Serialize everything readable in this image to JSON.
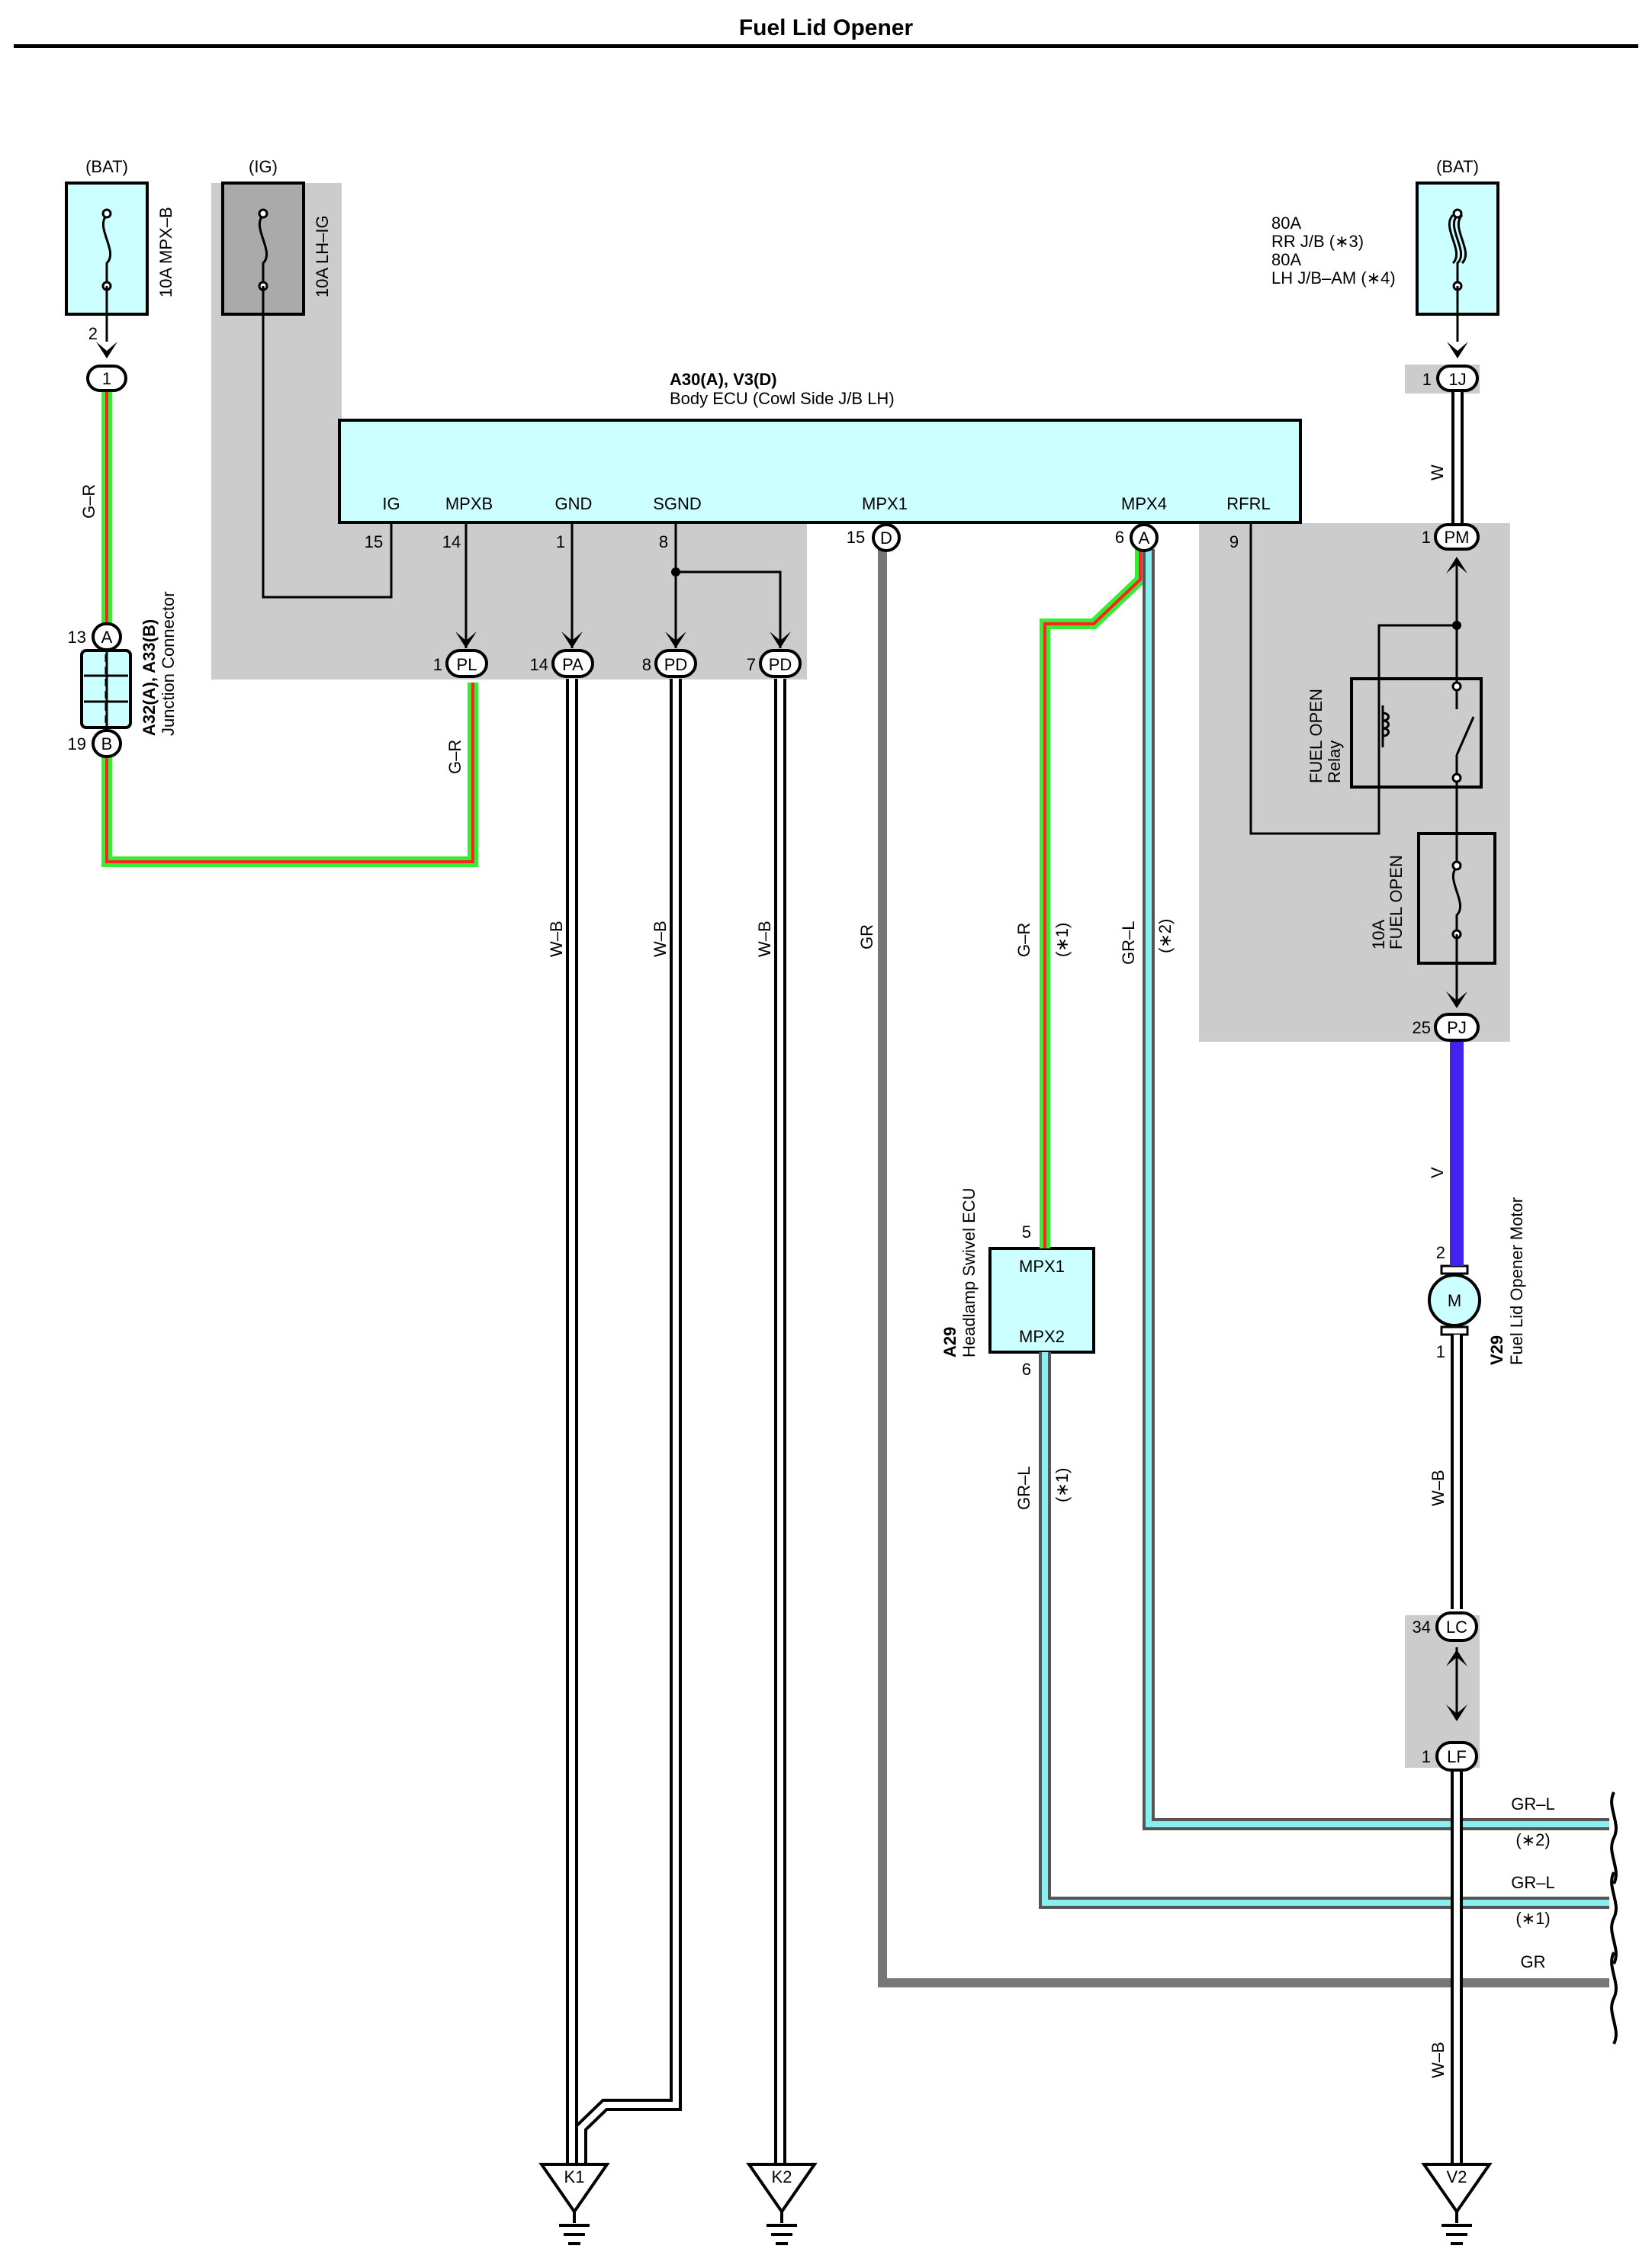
{
  "title": "Fuel Lid Opener",
  "supplies": {
    "bat_left": "(BAT)",
    "ig": "(IG)",
    "bat_right": "(BAT)"
  },
  "fuses": {
    "mpx_b": "10A MPX–B",
    "lh_ig": "10A LH–IG",
    "rr_jb_amp": "80A",
    "rr_jb": "RR J/B (∗3)",
    "lh_jb_amp": "80A",
    "lh_jb_am": "LH J/B–AM (∗4)",
    "fuel_open_amp": "10A",
    "fuel_open": "FUEL OPEN"
  },
  "body_ecu": {
    "ref": "A30(A), V3(D)",
    "name": "Body ECU (Cowl Side J/B LH)",
    "pins": {
      "ig": "IG",
      "mpxb": "MPXB",
      "gnd": "GND",
      "sgnd": "SGND",
      "mpx1": "MPX1",
      "mpx4": "MPX4",
      "rfrl": "RFRL"
    },
    "pin_numbers": {
      "ig": "15",
      "mpxb": "14",
      "gnd": "1",
      "sgnd": "8",
      "mpx1": "15",
      "mpx4": "6",
      "rfrl": "9"
    },
    "pin_connectors": {
      "mpx1": "D",
      "mpx4": "A"
    }
  },
  "junction_connector": {
    "ref": "A32(A), A33(B)",
    "name": "Junction Connector",
    "pin_a_num": "13",
    "pin_a": "A",
    "pin_b_num": "19",
    "pin_b": "B"
  },
  "connectors": {
    "c1_num": "2",
    "c1": "1",
    "pl_num": "1",
    "pl": "PL",
    "pa_num": "14",
    "pa": "PA",
    "pd1_num": "8",
    "pd1": "PD",
    "pd2_num": "7",
    "pd2": "PD",
    "j1_num": "1",
    "j1": "1J",
    "pm_num": "1",
    "pm": "PM",
    "pj_num": "25",
    "pj": "PJ",
    "lc_num": "34",
    "lc": "LC",
    "lf_num": "1",
    "lf": "LF"
  },
  "relay": {
    "name": "FUEL OPEN",
    "type": "Relay"
  },
  "headlamp_ecu": {
    "ref": "A29",
    "name": "Headlamp Swivel ECU",
    "pin1": "MPX1",
    "pin2": "MPX2",
    "pin1_num": "5",
    "pin2_num": "6"
  },
  "motor": {
    "ref": "V29",
    "name": "Fuel Lid Opener Motor",
    "symbol": "M",
    "pin_top": "2",
    "pin_bottom": "1"
  },
  "wire_labels": {
    "gr_left_top": "G–R",
    "gr_left_bottom": "G–R",
    "wb_1": "W–B",
    "wb_2": "W–B",
    "wb_3": "W–B",
    "gr": "GR",
    "g_r_mid": "G–R",
    "star1_mid": "(∗1)",
    "grl_mid": "GR–L",
    "star2_mid": "(∗2)",
    "w": "W",
    "v": "V",
    "grl_lower": "GR–L",
    "star1_lower": "(∗1)",
    "wb_motor": "W–B",
    "wb_bottom": "W–B",
    "grl_right1": "GR–L",
    "star2_right": "(∗2)",
    "grl_right2": "GR–L",
    "star1_right": "(∗1)",
    "gr_right": "GR"
  },
  "grounds": {
    "k1": "K1",
    "k2": "K2",
    "v2": "V2"
  },
  "colors": {
    "ecu_fill": "#ccffff",
    "shade": "#cccccc",
    "green": "#33ee33",
    "red": "#ff2222",
    "cyan": "#88eeee",
    "gray_wire": "#777777",
    "violet": "#4422ee"
  }
}
